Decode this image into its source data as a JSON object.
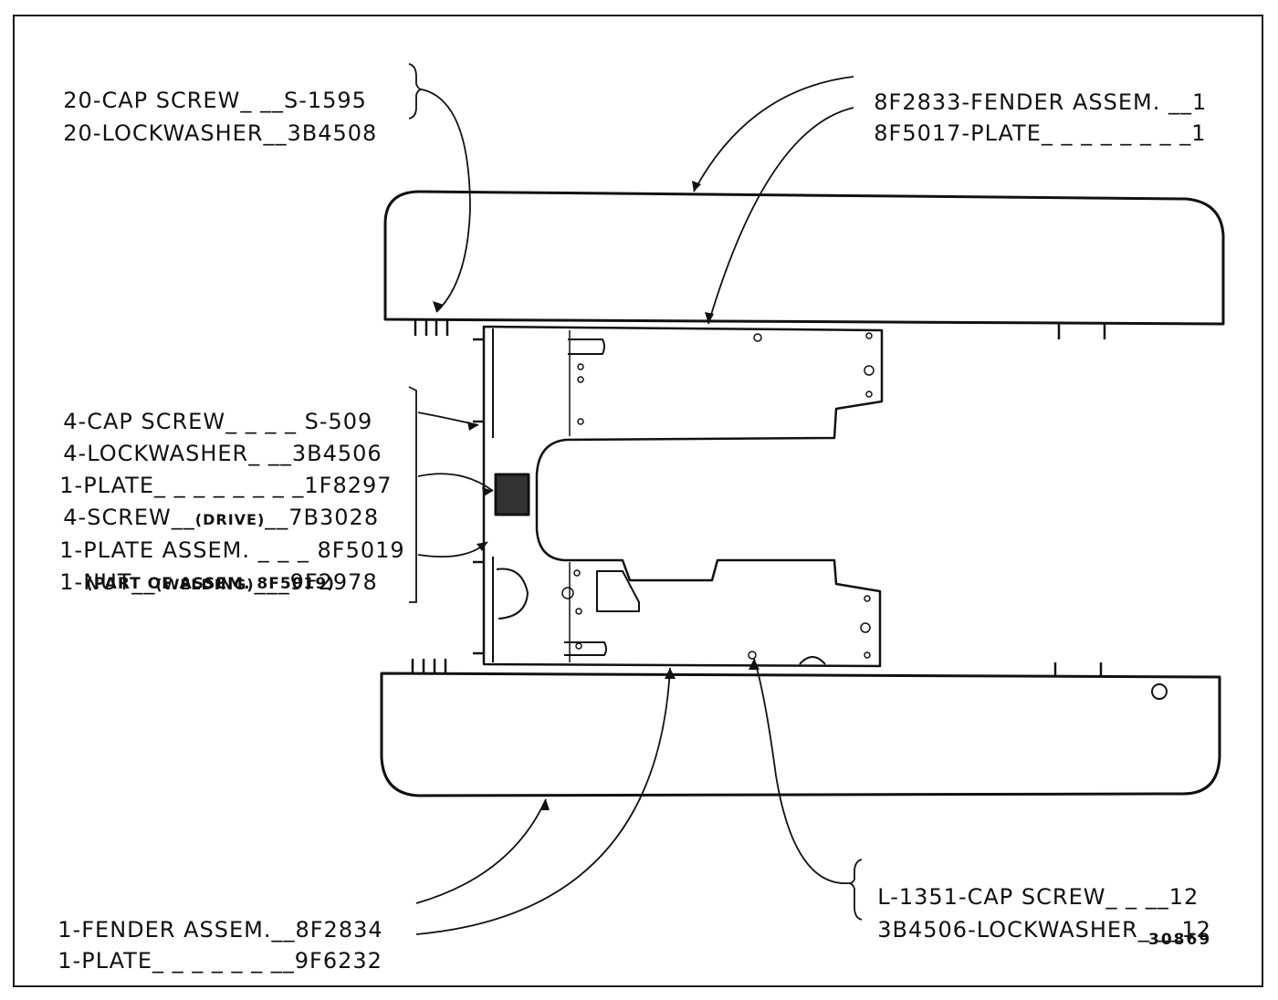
{
  "callouts_top_left": [
    {
      "qty": "20",
      "name": "CAP SCREW",
      "part": "S-1595"
    },
    {
      "qty": "20",
      "name": "LOCKWASHER",
      "part": "3B4508"
    }
  ],
  "callouts_top_right": [
    {
      "part": "8F2833",
      "name": "FENDER ASSEM.",
      "qty": "1"
    },
    {
      "part": "8F5017",
      "name": "PLATE",
      "qty": "1"
    }
  ],
  "callouts_middle_left": [
    {
      "qty": "4",
      "name": "CAP SCREW",
      "part": "S-509"
    },
    {
      "qty": "4",
      "name": "LOCKWASHER",
      "part": "3B4506"
    },
    {
      "qty": "1",
      "name": "PLATE",
      "part": "1F8297"
    },
    {
      "qty": "4",
      "name": "SCREW",
      "note": "(DRIVE)",
      "part": "7B3028"
    },
    {
      "qty": "1",
      "name": "PLATE ASSEM.",
      "part": "8F5019"
    },
    {
      "qty": "1",
      "name": "NUT",
      "note": "(WELDING)",
      "part": "9F2978"
    }
  ],
  "middle_left_footnote": "(PART OF ASSEM. 8F5019)",
  "callouts_bottom_left": [
    {
      "qty": "1",
      "name": "FENDER ASSEM.",
      "part": "8F2834"
    },
    {
      "qty": "1",
      "name": "PLATE",
      "part": "9F6232"
    }
  ],
  "callouts_bottom_right": [
    {
      "part": "L-1351",
      "name": "CAP SCREW",
      "qty": "12"
    },
    {
      "part": "3B4506",
      "name": "LOCKWASHER",
      "qty": "12"
    }
  ],
  "figure_number": "30869",
  "colors": {
    "ink": "#111111",
    "paper": "#ffffff"
  }
}
